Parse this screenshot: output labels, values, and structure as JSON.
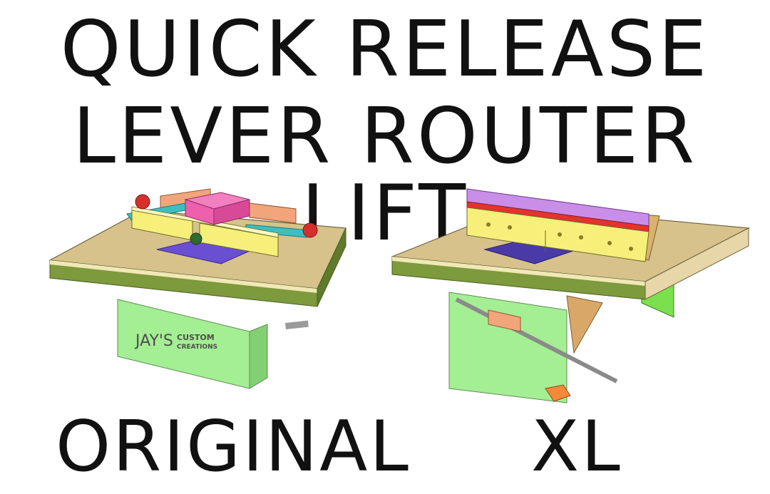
{
  "title": {
    "line1": "QUICK RELEASE",
    "line2": "LEVER ROUTER LIFT"
  },
  "models": [
    {
      "label": "ORIGINAL"
    },
    {
      "label": "XL"
    }
  ],
  "logo": {
    "brand": "JAY'S",
    "line1": "CUSTOM",
    "line2": "CREATIONS"
  },
  "colors": {
    "table_top": "#d7c28c",
    "table_edge": "#7d9a3c",
    "cabinet": "#9be88c",
    "fence_yellow": "#f6ef7a",
    "fence_orange": "#f2a57a",
    "teal": "#3dbfc0",
    "pink_block": "#ee5fae",
    "purple_plate": "#6a4fd2",
    "fence_purple": "#c98ee8",
    "fence_red": "#e4332e"
  }
}
